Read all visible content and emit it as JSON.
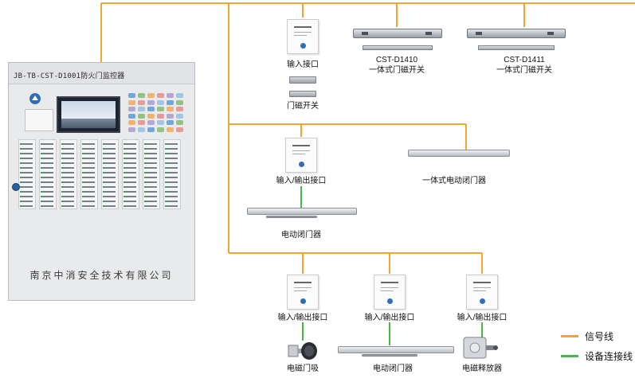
{
  "colors": {
    "signal_line": "#f0a730",
    "device_line": "#46b84a"
  },
  "controller": {
    "model_title": "JB-TB-CST-D1001防火门监控器",
    "company": "南京中消安全技术有限公司"
  },
  "devices": {
    "top_input_module": "输入接口",
    "top_door_switch": "门磁开关",
    "lock_1410_model": "CST-D1410",
    "lock_1410_name": "一体式门磁开关",
    "lock_1411_model": "CST-D1411",
    "lock_1411_name": "一体式门磁开关",
    "mid_io_module": "输入/输出接口",
    "mid_integrated_closer": "一体式电动闭门器",
    "mid_closer": "电动闭门器",
    "bottom_io_module_1": "输入/输出接口",
    "bottom_io_module_2": "输入/输出接口",
    "bottom_io_module_3": "输入/输出接口",
    "bottom_holder": "电磁门吸",
    "bottom_closer": "电动闭门器",
    "bottom_release": "电磁释放器"
  },
  "legend": {
    "signal_label": "信号线",
    "device_label": "设备连接线"
  }
}
